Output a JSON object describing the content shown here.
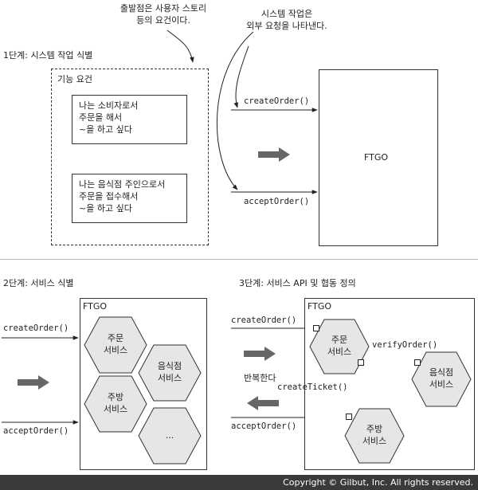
{
  "annotations": {
    "start_note": [
      "출발점은 사용자 스토리",
      "등의 요건이다."
    ],
    "system_op_note": [
      "시스템 작업은",
      "외부 요청을 나타낸다."
    ]
  },
  "step1": {
    "title": "1단계: 시스템 작업 식별",
    "requirements_label": "기능 요건",
    "story1": [
      "나는 소비자로서",
      "주문을 해서",
      "~을 하고 싶다"
    ],
    "story2": [
      "나는 음식점 주인으로서",
      "주문을 접수해서",
      "~을 하고 싶다"
    ],
    "op1": "createOrder()",
    "op2": "acceptOrder()",
    "system": "FTGO"
  },
  "step2": {
    "title": "2단계: 서비스 식별",
    "app": "FTGO",
    "op1": "createOrder()",
    "op2": "acceptOrder()",
    "services": {
      "order": [
        "주문",
        "서비스"
      ],
      "restaurant": [
        "음식점",
        "서비스"
      ],
      "kitchen": [
        "주방",
        "서비스"
      ],
      "more": "..."
    }
  },
  "step3": {
    "title": "3단계: 서비스 API 및 협동 정의",
    "app": "FTGO",
    "op1": "createOrder()",
    "op2": "acceptOrder()",
    "verify": "verifyOrder()",
    "ticket": "createTicket()",
    "repeat": "반복한다",
    "services": {
      "order": [
        "주문",
        "서비스"
      ],
      "restaurant": [
        "음식점",
        "서비스"
      ],
      "kitchen": [
        "주방",
        "서비스"
      ]
    }
  },
  "footer": "Copyright © Gilbut, Inc. All rights reserved."
}
